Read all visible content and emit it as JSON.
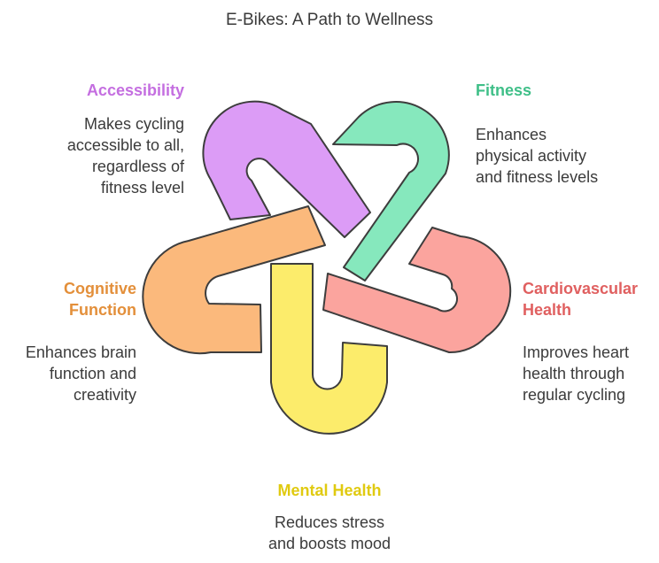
{
  "title": "E-Bikes: A Path to Wellness",
  "colors": {
    "accessibility": "#ce6fe6",
    "fitness": "#3fc98f",
    "cardiovascular": "#e55c5c",
    "cognitive": "#e8913a",
    "mental": "#e6cf1a",
    "stroke": "#3d3d3d"
  },
  "pillars": {
    "accessibility": {
      "heading": "Accessibility",
      "text": "Makes cycling\naccessible to all,\nregardless of\nfitness level"
    },
    "fitness": {
      "heading": "Fitness",
      "text": "Enhances\nphysical activity\nand fitness levels"
    },
    "cardiovascular": {
      "heading": "Cardiovascular\nHealth",
      "text": "Improves heart\nhealth through\nregular cycling"
    },
    "cognitive": {
      "heading": "Cognitive\nFunction",
      "text": "Enhances brain\nfunction and\ncreativity"
    },
    "mental": {
      "heading": "Mental Health",
      "text": "Reduces stress\nand boosts mood"
    }
  }
}
